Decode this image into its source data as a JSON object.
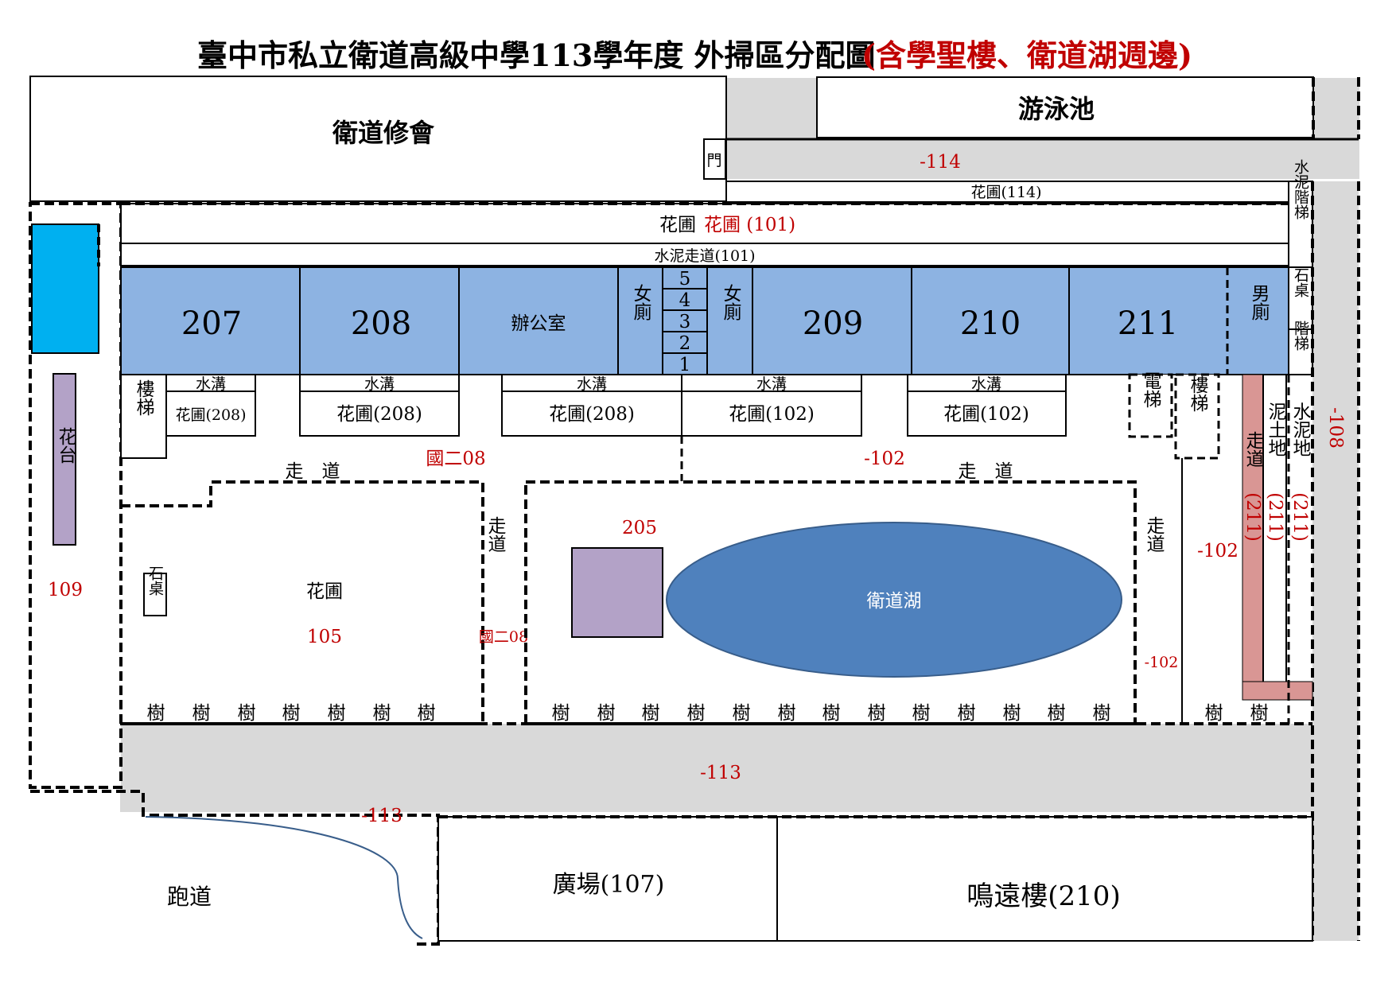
{
  "title": {
    "main": "臺中市私立衛道高級中學113學年度 外掃區分配圖",
    "sub": "(含學聖樓、衛道湖週邊)"
  },
  "buildings": {
    "hall": "衛道修會",
    "pool": "游泳池",
    "gate": "門",
    "office": "辦公室",
    "female_wc": "女廁",
    "male_wc": "男廁",
    "elevator": "電梯",
    "stairs": "樓梯",
    "stone_table": "石桌",
    "stairs2": "階梯",
    "water_stairs": "水泥階梯",
    "plaza": "廣場(107)",
    "mingyuan": "鳴遠樓(210)",
    "track": "跑道",
    "lake": "衛道湖",
    "planter": "花台",
    "garden": "花圃",
    "ditch": "水溝",
    "corridor": "走道",
    "corridor_spaced": "走　道",
    "tree": "樹",
    "mud": "泥土地",
    "cement": "水泥地"
  },
  "rooms": [
    "207",
    "208",
    "209",
    "210",
    "211"
  ],
  "stair_steps": [
    "5",
    "4",
    "3",
    "2",
    "1"
  ],
  "zones": {
    "z114": "-114",
    "garden114": "花圃(114)",
    "garden101": "花圃 (101)",
    "walk101": "水泥走道(101)",
    "garden208": "花圃(208)",
    "garden102": "花圃(102)",
    "g208": "國二08",
    "z102": "-102",
    "z205": "205",
    "z105": "105",
    "z109": "109",
    "z113": "-113",
    "z108": "-108",
    "z211": "(211)"
  },
  "colors": {
    "classroom_blue": "#8DB3E2",
    "lake_blue": "#4F81BD",
    "pool_cyan": "#00B0F0",
    "purple": "#B3A2C7",
    "pink": "#D99694",
    "road_gray": "#D9D9D9",
    "label_red": "#C00000"
  }
}
